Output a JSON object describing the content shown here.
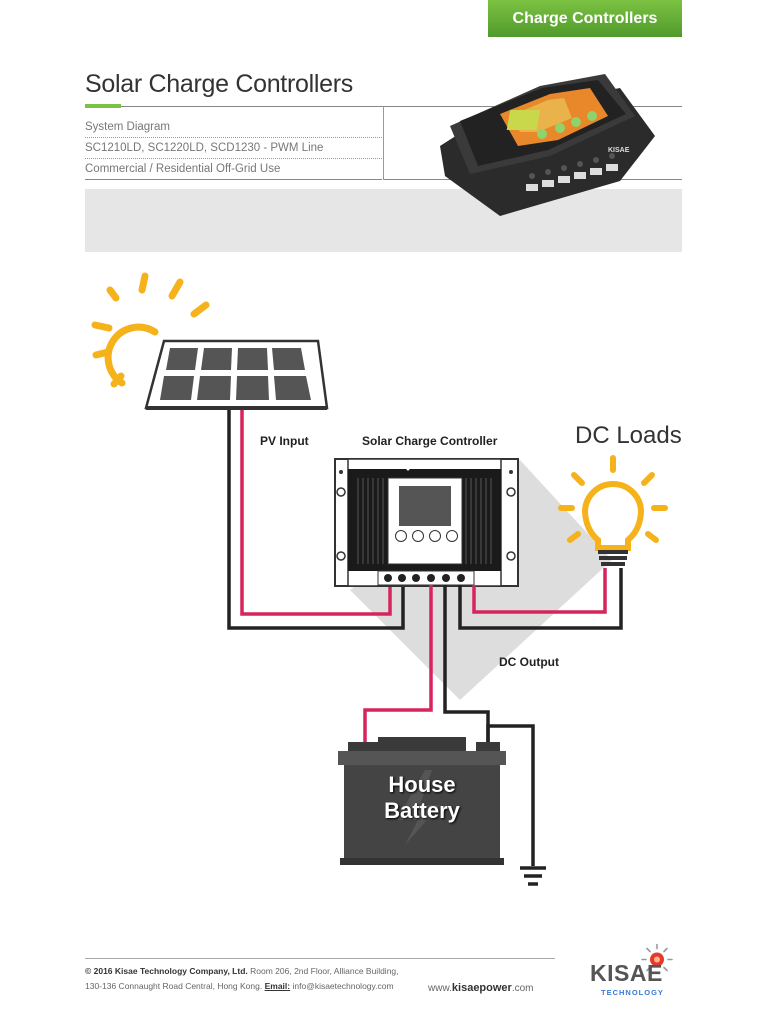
{
  "header": {
    "tab_label": "Charge Controllers",
    "title": "Solar Charge Controllers"
  },
  "info_rows": [
    "System Diagram",
    "SC1210LD, SC1220LD, SCD1230 - PWM Line",
    "Commercial / Residential Off-Grid Use"
  ],
  "product": {
    "brand": "KISAE"
  },
  "diagram": {
    "pv_input": "PV Input",
    "controller": "Solar Charge Controller",
    "dc_loads": "DC Loads",
    "dc_output": "DC Output",
    "battery_line1": "House",
    "battery_line2": "Battery"
  },
  "footer": {
    "company": "© 2016 Kisae Technology Company, Ltd.",
    "address1": "Room 206, 2nd Floor, Alliance Building,",
    "address2": "130-136 Connaught Road Central, Hong Kong.",
    "email_label": "Email:",
    "email": "info@kisaetechnology.com",
    "web_prefix": "www.",
    "web_domain": "kisaepower",
    "web_suffix": ".com",
    "logo_text": "KISAE",
    "logo_sub": "TECHNOLOGY"
  },
  "colors": {
    "accent_green": "#7cc242",
    "wire_positive": "#d6245c",
    "wire_negative": "#222222",
    "sun": "#f5b21b"
  }
}
